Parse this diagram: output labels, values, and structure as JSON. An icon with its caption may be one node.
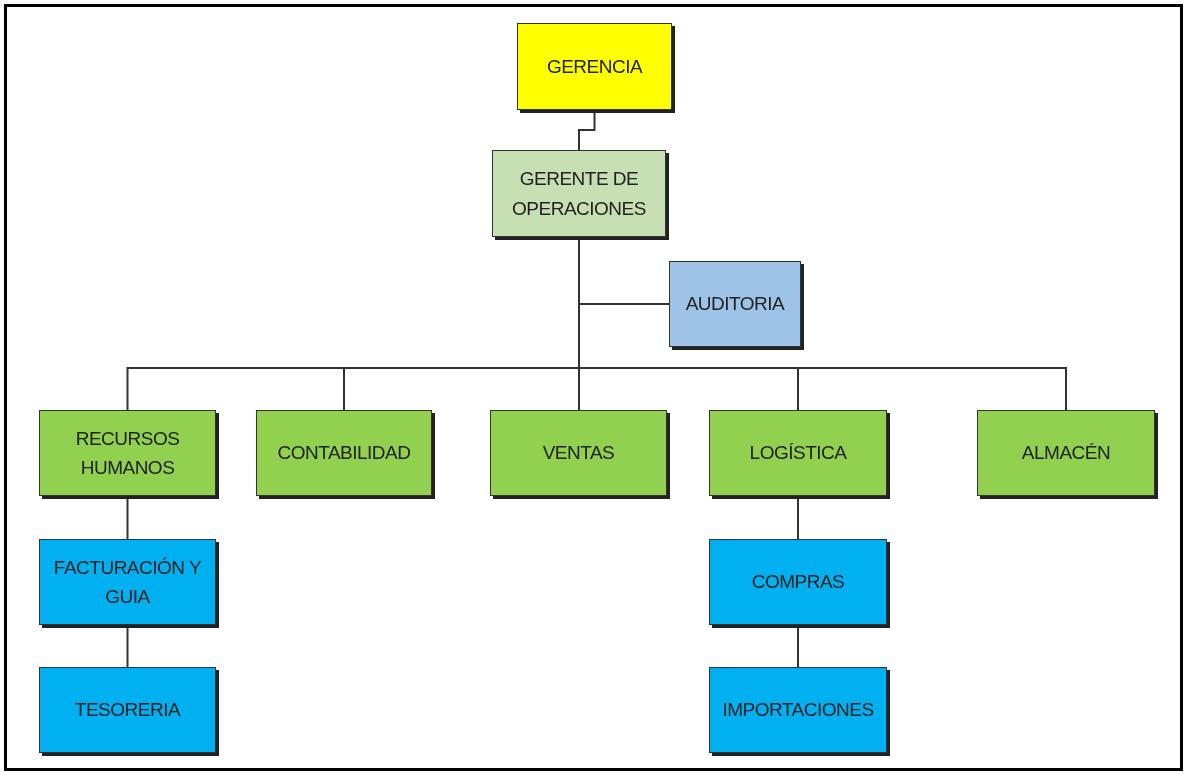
{
  "diagram": {
    "nodes": [
      {
        "text": [
          "GERENCIA"
        ]
      },
      {
        "text": [
          "GERENTE DE OPERACIONES"
        ]
      },
      {
        "text": [
          "AUDITORIA"
        ]
      },
      {
        "text": [
          "RECURSOS HUMANOS"
        ]
      },
      {
        "text": [
          "CONTABILIDAD"
        ]
      },
      {
        "text": [
          "VENTAS"
        ]
      },
      {
        "text": [
          "LOGÍSTICA"
        ]
      },
      {
        "text": [
          "ALMACÉN"
        ]
      },
      {
        "text": [
          "FACTURACIÓN Y GUIA"
        ]
      },
      {
        "text": [
          "TESORERIA"
        ]
      },
      {
        "text": [
          "COMPRAS"
        ]
      },
      {
        "text": [
          "IMPORTACIONES"
        ]
      }
    ],
    "edges": [
      {
        "from": 0,
        "to": 1,
        "arrow": "none"
      },
      {
        "from": 1,
        "to": 2,
        "arrow": "none"
      },
      {
        "from": 1,
        "to": 3,
        "arrow": "none"
      },
      {
        "from": 1,
        "to": 4,
        "arrow": "none"
      },
      {
        "from": 1,
        "to": 5,
        "arrow": "none"
      },
      {
        "from": 1,
        "to": 6,
        "arrow": "none"
      },
      {
        "from": 1,
        "to": 7,
        "arrow": "none"
      },
      {
        "from": 3,
        "to": 8,
        "arrow": "none"
      },
      {
        "from": 8,
        "to": 9,
        "arrow": "none"
      },
      {
        "from": 6,
        "to": 10,
        "arrow": "none"
      },
      {
        "from": 10,
        "to": 11,
        "arrow": "none"
      }
    ]
  }
}
